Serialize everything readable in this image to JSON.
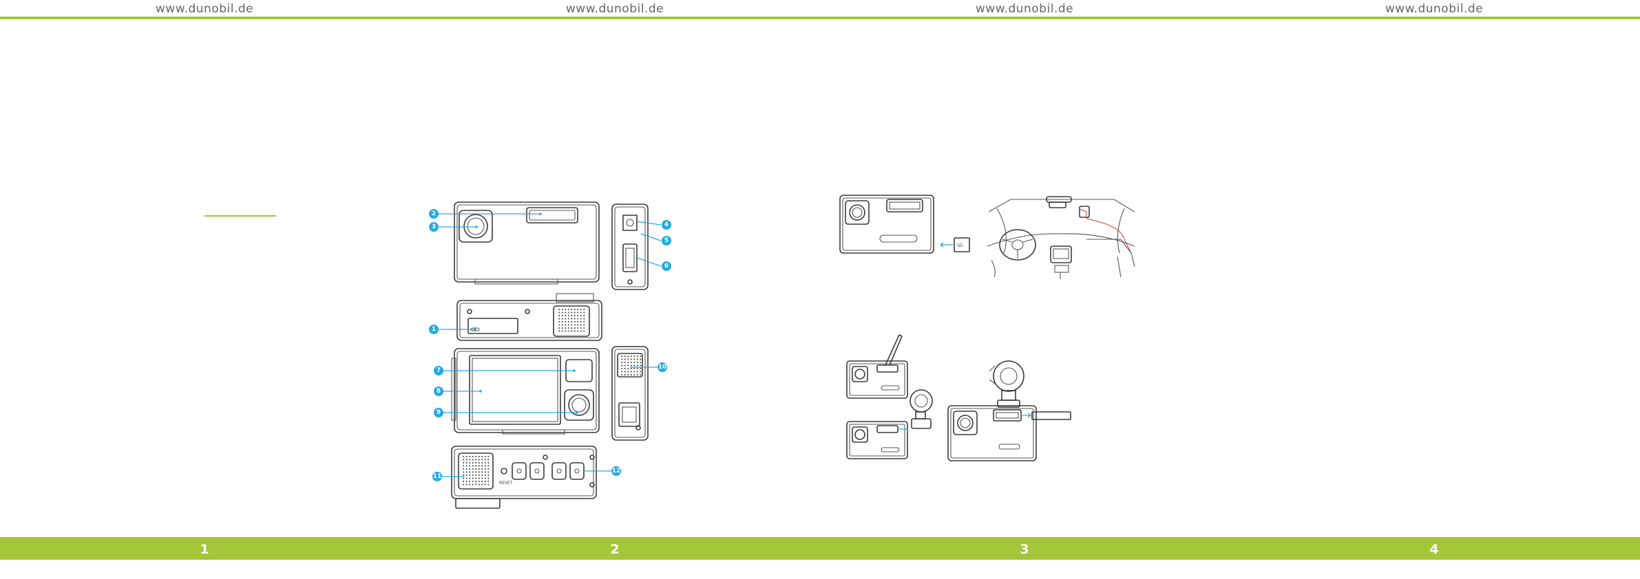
{
  "header": {
    "urls": [
      "www.dunobil.de",
      "www.dunobil.de",
      "www.dunobil.de",
      "www.dunobil.de"
    ]
  },
  "footer": {
    "page_numbers": [
      "1",
      "2",
      "3",
      "4"
    ]
  },
  "diagram": {
    "callouts": [
      "1",
      "2",
      "3",
      "4",
      "5",
      "6",
      "7",
      "8",
      "9",
      "10",
      "11",
      "12"
    ],
    "card_label": "SD",
    "reset_label": "RESET"
  },
  "colors": {
    "accent_green": "#a4c639",
    "callout_blue": "#27a9e1"
  }
}
